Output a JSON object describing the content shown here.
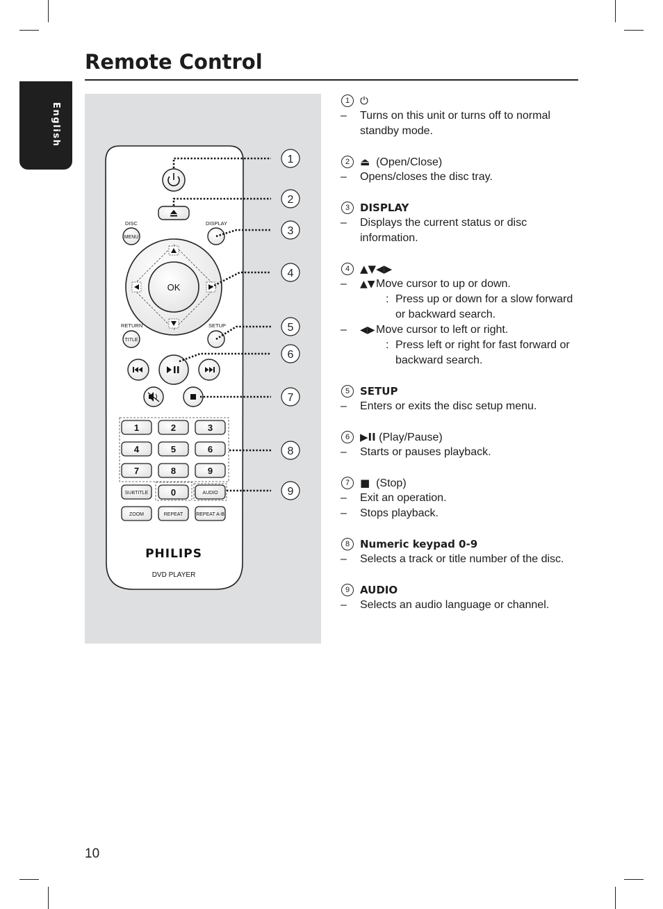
{
  "page": {
    "title": "Remote Control",
    "language_tab": "English",
    "page_number": "10"
  },
  "remote": {
    "labels": {
      "disc": "DISC",
      "menu": "MENU",
      "display": "DISPLAY",
      "ok": "OK",
      "return": "RETURN",
      "title": "TITLE",
      "setup": "SETUP",
      "keys": [
        "1",
        "2",
        "3",
        "4",
        "5",
        "6",
        "7",
        "8",
        "9"
      ],
      "zero": "0",
      "subtitle": "SUBTITLE",
      "audio": "AUDIO",
      "zoom": "ZOOM",
      "repeat": "REPEAT",
      "repeat_ab": "REPEAT A-B",
      "brand": "PHILIPS",
      "model": "DVD PLAYER"
    },
    "callouts": [
      "1",
      "2",
      "3",
      "4",
      "5",
      "6",
      "7",
      "8",
      "9"
    ]
  },
  "items": [
    {
      "num": "1",
      "icon": "power-icon",
      "icon_glyph": "⏻",
      "name": "",
      "suffix": "",
      "lines": [
        "Turns on this unit or turns off to normal standby mode."
      ]
    },
    {
      "num": "2",
      "icon": "eject-icon",
      "icon_glyph": "⏏",
      "name": "",
      "suffix": "(Open/Close)",
      "lines": [
        "Opens/closes the disc tray."
      ]
    },
    {
      "num": "3",
      "name": "DISPLAY",
      "lines": [
        "Displays the current status or disc information."
      ]
    },
    {
      "num": "4",
      "name": "",
      "glyphs": "▲▼◀▶",
      "subs": [
        {
          "sym": "▲▼",
          "lines": [
            "Move cursor to up or down.",
            "Press up or down for a slow forward or backward search."
          ]
        },
        {
          "sym": "◀▶",
          "lines": [
            "Move cursor to left or right.",
            "Press left or right for fast forward or backward search."
          ]
        }
      ]
    },
    {
      "num": "5",
      "name": "SETUP",
      "lines": [
        "Enters or exits the disc setup menu."
      ]
    },
    {
      "num": "6",
      "icon": "play-pause-icon",
      "icon_glyph": "▶II",
      "name": "",
      "suffix": "(Play/Pause)",
      "lines": [
        "Starts or pauses playback."
      ]
    },
    {
      "num": "7",
      "icon": "stop-icon",
      "icon_glyph": "■",
      "name": "",
      "suffix": "(Stop)",
      "lines": [
        "Exit an operation.",
        "Stops playback."
      ]
    },
    {
      "num": "8",
      "name": "Numeric keypad 0-9",
      "lines": [
        "Selects a track or title number of the disc."
      ]
    },
    {
      "num": "9",
      "name": "AUDIO",
      "lines": [
        "Selects an audio language or channel."
      ]
    }
  ],
  "dash": "–",
  "colon": ":"
}
